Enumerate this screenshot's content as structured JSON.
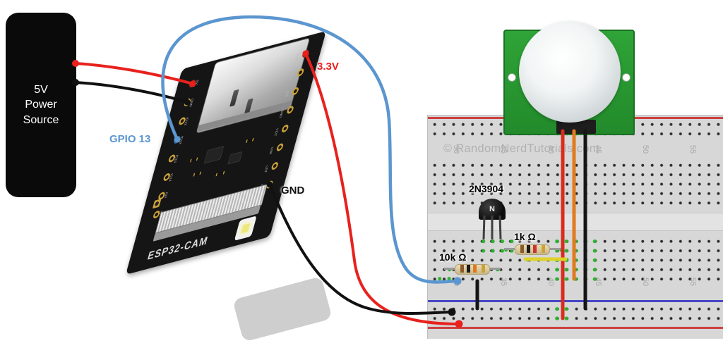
{
  "power_source": {
    "label": "5V\nPower Source"
  },
  "annotations": {
    "gpio13": "GPIO 13",
    "power_3v3": "3.3V",
    "ground": "GND"
  },
  "esp32": {
    "board_label": "ESP32-CAM",
    "pins_left": [
      "5V",
      "GND",
      "IO12",
      "IO13",
      "IO15",
      "IO14",
      "IO2",
      "IO4"
    ],
    "pins_right": [
      "3V3",
      "IO16",
      "IO0",
      "GND",
      "VCC",
      "U0R",
      "U0T",
      "GND"
    ]
  },
  "breadboard": {
    "watermark": "© RandomNerdTutorials.com",
    "column_labels": [
      "30",
      "35",
      "40",
      "45",
      "50",
      "55"
    ]
  },
  "components": {
    "transistor_label": "2N3904",
    "transistor_marking": "N",
    "resistor_1k_label": "1k Ω",
    "resistor_10k_label": "10k Ω"
  },
  "wire_colors": {
    "power_5v": "#e8211d",
    "ground": "#111111",
    "gpio13": "#5b96cf",
    "pir_out": "#e07b1f",
    "jumper_yellow": "#ddd22a",
    "pir_pcb_green": "#2fa437"
  }
}
